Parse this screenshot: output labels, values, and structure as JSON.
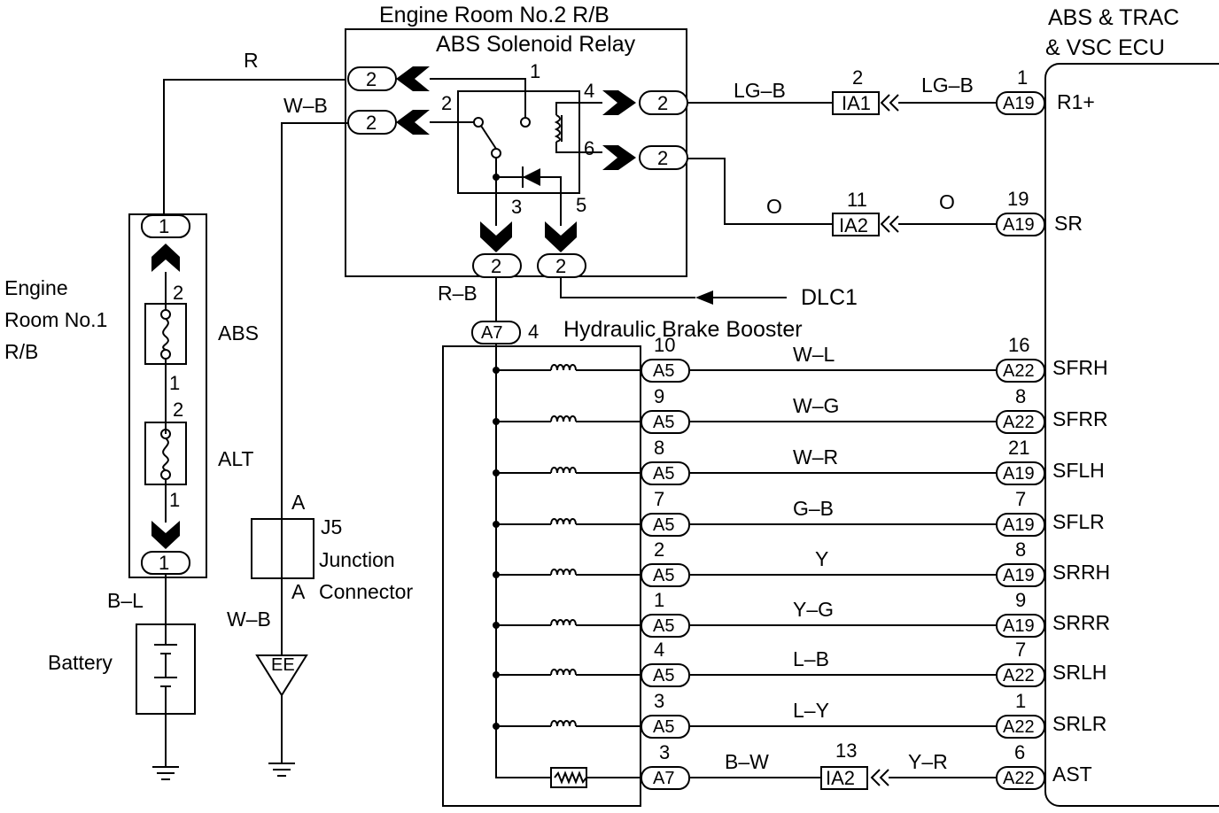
{
  "labels": {
    "engine_room_no2_rb": "Engine Room No.2 R/B",
    "abs_solenoid_relay": "ABS Solenoid Relay",
    "abs_trac_vsc_ecu_line1": "ABS & TRAC",
    "abs_trac_vsc_ecu_line2": "& VSC ECU",
    "engine_room_no1_line1": "Engine",
    "engine_room_no1_line2": "Room No.1",
    "engine_room_no1_line3": "R/B",
    "fuse_abs": "ABS",
    "fuse_alt": "ALT",
    "battery": "Battery",
    "junction_j5": "J5",
    "junction_line1": "Junction",
    "junction_line2": "Connector",
    "junction_pin_top": "A",
    "junction_pin_bottom": "A",
    "ground_ee": "EE",
    "dlc1": "DLC1",
    "hydraulic_brake_booster": "Hydraulic Brake Booster"
  },
  "wires": {
    "r": "R",
    "w_b_top": "W–B",
    "w_b_bottom": "W–B",
    "b_l": "B–L",
    "r_b": "R–B",
    "lg_b_left": "LG–B",
    "lg_b_right": "LG–B",
    "o_left": "O",
    "o_right": "O",
    "b_w": "B–W",
    "y_r": "Y–R"
  },
  "pins": {
    "relay_in_r": "2",
    "relay_in_wb": "2",
    "relay_out_4": "2",
    "relay_out_6": "2",
    "relay_bot_3": "2",
    "relay_bot_5": "2",
    "relay_num_1": "1",
    "relay_num_2": "2",
    "relay_num_3": "3",
    "relay_num_4": "4",
    "relay_num_5": "5",
    "relay_num_6": "6",
    "rb1_top": "1",
    "rb1_bottom": "1",
    "fuse_abs_top": "2",
    "fuse_abs_bottom": "1",
    "fuse_alt_top": "2",
    "fuse_alt_bottom": "1",
    "a7_top_connector": "A7",
    "a7_top_pin": "4",
    "ia1_label": "IA1",
    "ia1_pin": "2",
    "ia2_top_label": "IA2",
    "ia2_top_pin": "11",
    "ia2_bot_label": "IA2",
    "ia2_bot_pin": "13",
    "ecu_r1_conn": "A19",
    "ecu_r1_pin": "1",
    "ecu_r1_name": "R1+",
    "ecu_sr_conn": "A19",
    "ecu_sr_pin": "19",
    "ecu_sr_name": "SR"
  },
  "solenoid_rows": [
    {
      "booster_conn": "A5",
      "booster_pin": "10",
      "wire": "W–L",
      "ecu_conn": "A22",
      "ecu_pin": "16",
      "ecu_name": "SFRH"
    },
    {
      "booster_conn": "A5",
      "booster_pin": "9",
      "wire": "W–G",
      "ecu_conn": "A22",
      "ecu_pin": "8",
      "ecu_name": "SFRR"
    },
    {
      "booster_conn": "A5",
      "booster_pin": "8",
      "wire": "W–R",
      "ecu_conn": "A19",
      "ecu_pin": "21",
      "ecu_name": "SFLH"
    },
    {
      "booster_conn": "A5",
      "booster_pin": "7",
      "wire": "G–B",
      "ecu_conn": "A19",
      "ecu_pin": "7",
      "ecu_name": "SFLR"
    },
    {
      "booster_conn": "A5",
      "booster_pin": "2",
      "wire": "Y",
      "ecu_conn": "A19",
      "ecu_pin": "8",
      "ecu_name": "SRRH"
    },
    {
      "booster_conn": "A5",
      "booster_pin": "1",
      "wire": "Y–G",
      "ecu_conn": "A19",
      "ecu_pin": "9",
      "ecu_name": "SRRR"
    },
    {
      "booster_conn": "A5",
      "booster_pin": "4",
      "wire": "L–B",
      "ecu_conn": "A22",
      "ecu_pin": "7",
      "ecu_name": "SRLH"
    },
    {
      "booster_conn": "A5",
      "booster_pin": "3",
      "wire": "L–Y",
      "ecu_conn": "A22",
      "ecu_pin": "1",
      "ecu_name": "SRLR"
    }
  ],
  "ast_row": {
    "booster_conn": "A7",
    "booster_pin": "3",
    "ecu_conn": "A22",
    "ecu_pin": "6",
    "ecu_name": "AST"
  }
}
